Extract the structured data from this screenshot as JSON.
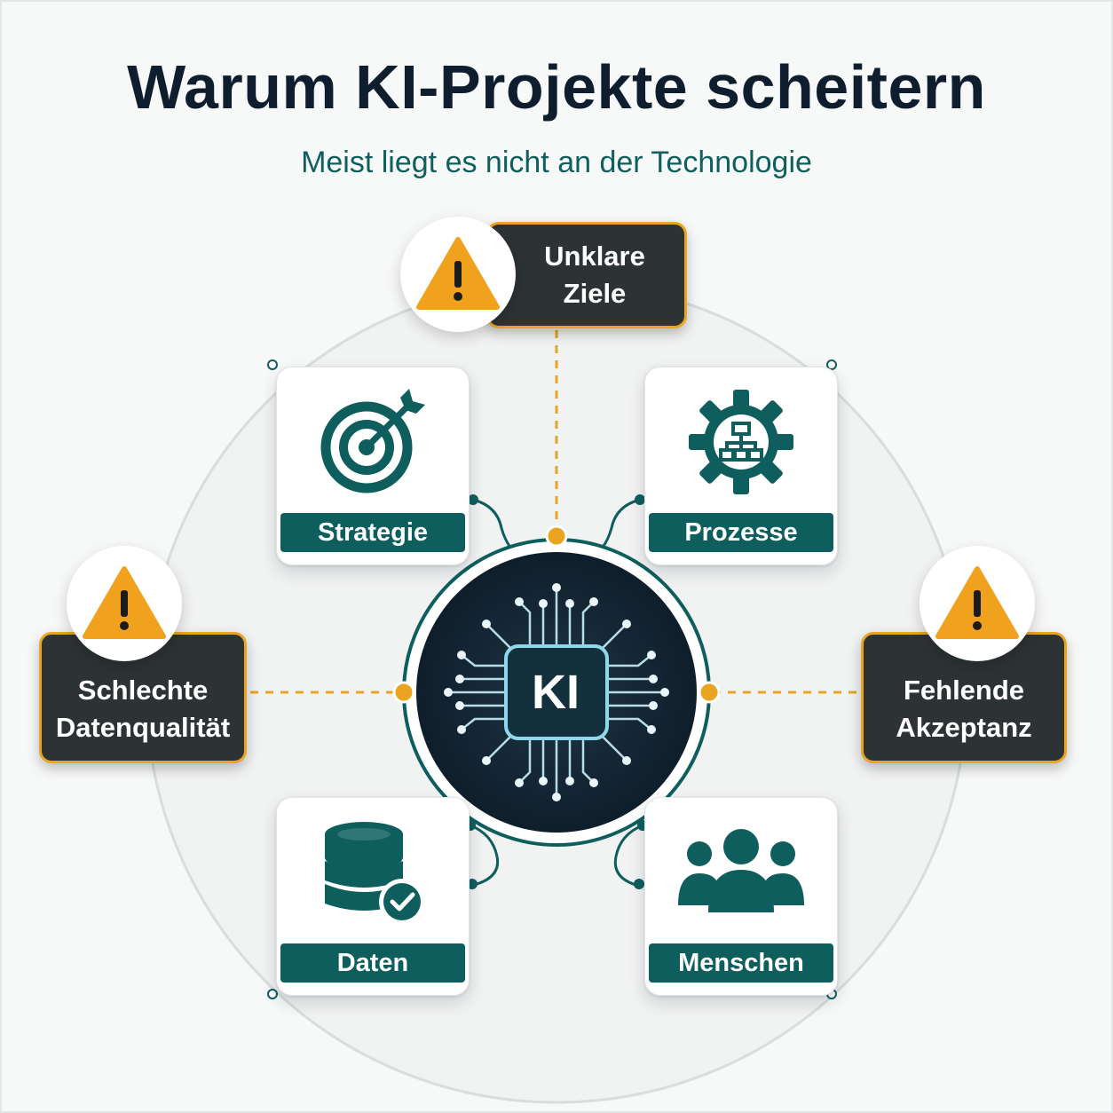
{
  "title": "Warum KI-Projekte scheitern",
  "subtitle": "Meist liegt es nicht an der Technologie",
  "center": {
    "label": "KI",
    "icon": "ai-chip-icon"
  },
  "pillars": [
    {
      "label": "Strategie",
      "icon": "target-icon"
    },
    {
      "label": "Prozesse",
      "icon": "gear-process-icon"
    },
    {
      "label": "Daten",
      "icon": "database-check-icon"
    },
    {
      "label": "Menschen",
      "icon": "people-group-icon"
    }
  ],
  "warnings": [
    {
      "line1": "Unklare",
      "line2": "Ziele",
      "icon": "warning-icon"
    },
    {
      "line1": "Schlechte",
      "line2": "Datenqualität",
      "icon": "warning-icon"
    },
    {
      "line1": "Fehlende",
      "line2": "Akzeptanz",
      "icon": "warning-icon"
    }
  ],
  "colors": {
    "teal": "#0e5e5e",
    "navy": "#0f1e2e",
    "orange": "#e9a421",
    "dark": "#2d3335"
  }
}
